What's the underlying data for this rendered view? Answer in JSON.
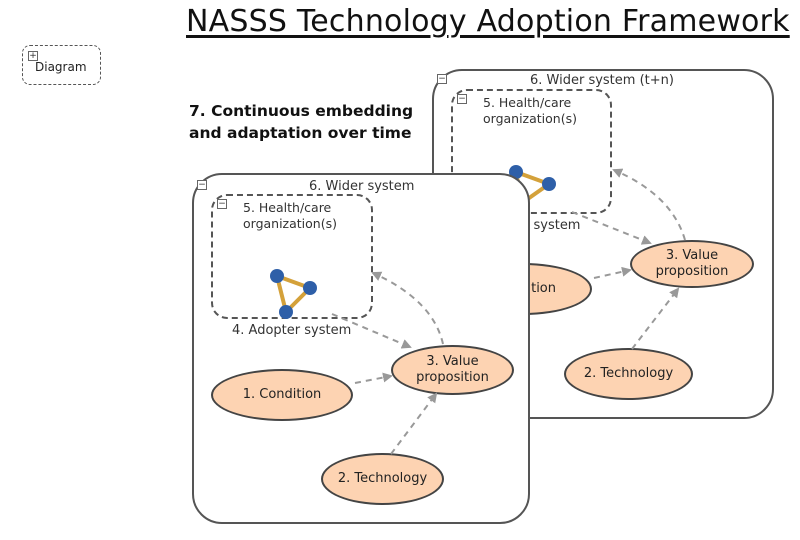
{
  "title": "NASSS Technology Adoption Framework",
  "diagram_tag": {
    "label": "Diagram",
    "toggle": "+"
  },
  "subtitle": {
    "line1": "7. Continuous embedding",
    "line2": "and adaptation over time"
  },
  "back_panel": {
    "toggle": "−",
    "wider_system": "6. Wider system (t+n)",
    "org_line1": "5. Health/care",
    "org_line2": "organization(s)",
    "adopter_system_visible": "r system",
    "condition_visible": "tion",
    "value_line1": "3. Value",
    "value_line2": "proposition",
    "technology": "2. Technology"
  },
  "front_panel": {
    "toggle": "−",
    "wider_system": "6. Wider system",
    "org_line1": "5. Health/care",
    "org_line2": "organization(s)",
    "adopter_system": "4. Adopter system",
    "condition": "1. Condition",
    "value_line1": "3. Value",
    "value_line2": "proposition",
    "technology": "2. Technology"
  },
  "colors": {
    "ellipse_fill": "#fdd3b2",
    "arrow": "#999999",
    "node": "#2e5fa8",
    "link": "#d4a13a"
  },
  "icons": [
    "network-icon",
    "plus-icon",
    "minus-icon"
  ]
}
